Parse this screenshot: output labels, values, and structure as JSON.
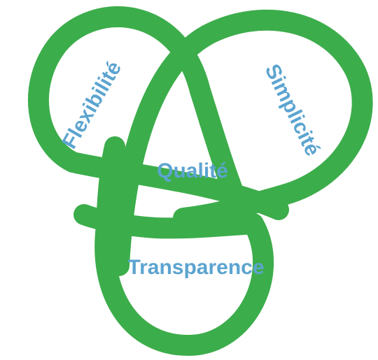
{
  "diagram": {
    "colors": {
      "background": "#ffffff",
      "knot": "#3cad4b",
      "text": "#5ca4d0"
    },
    "labels": {
      "flexibilite": "Flexibilité",
      "simplicite": "Simplicité",
      "qualite": "Qualité",
      "transparence": "Transparence"
    }
  }
}
